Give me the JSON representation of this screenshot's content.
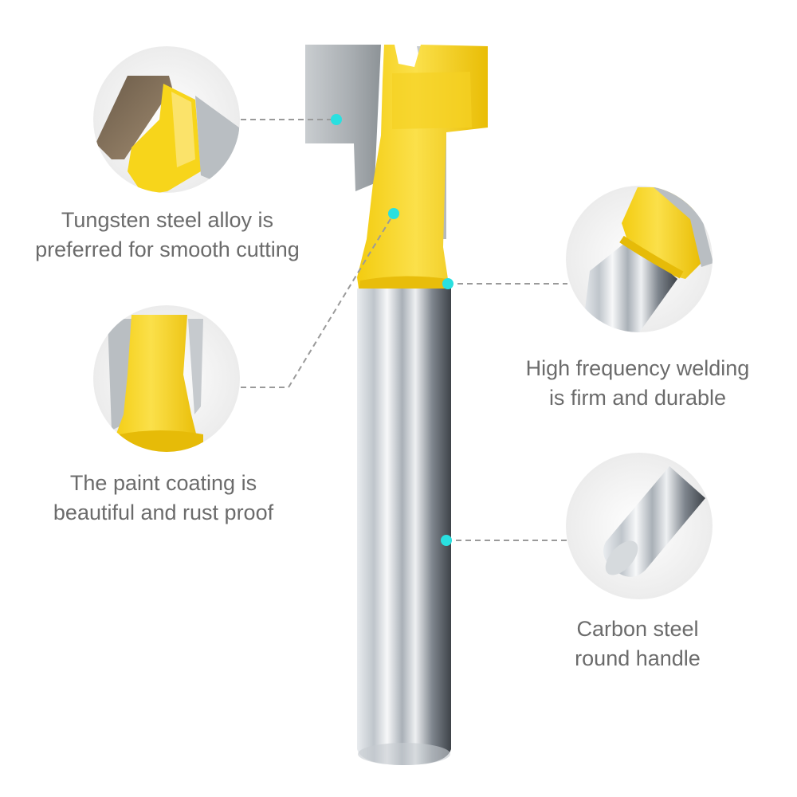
{
  "product": {
    "name_icon": "t-slot-router-bit",
    "colors": {
      "coating_yellow": "#f7d51b",
      "carbide_gray": "#b8bcbf",
      "shank_silver": "#c9ced3",
      "callout_dot": "#29e0e0",
      "callout_line": "#9a9a9a",
      "text_gray": "#6b6b6b"
    }
  },
  "features": [
    {
      "icon": "carbide-tip-closeup-icon",
      "lines": [
        "Tungsten steel alloy is",
        "preferred for smooth cutting"
      ]
    },
    {
      "icon": "paint-coating-closeup-icon",
      "lines": [
        "The paint coating is",
        "beautiful and rust proof"
      ]
    },
    {
      "icon": "welding-closeup-icon",
      "lines": [
        "High frequency welding",
        "is firm and durable"
      ]
    },
    {
      "icon": "shank-closeup-icon",
      "lines": [
        "Carbon steel",
        "round handle"
      ]
    }
  ]
}
